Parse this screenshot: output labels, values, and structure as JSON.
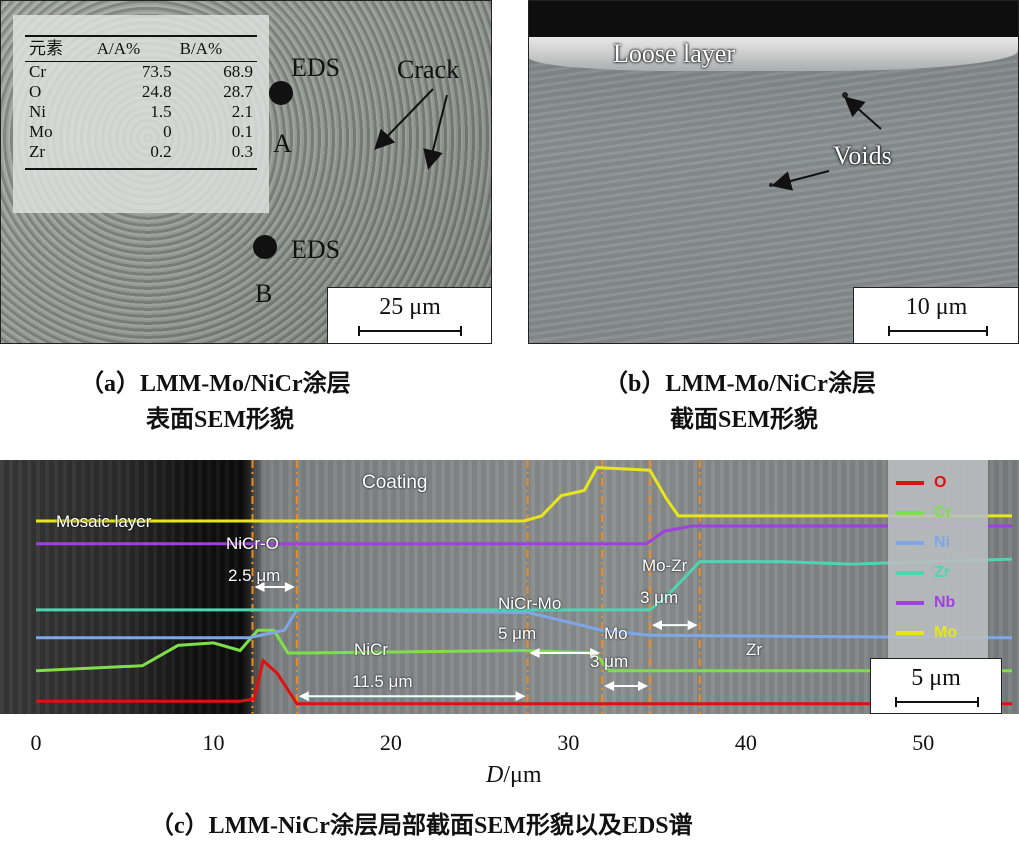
{
  "panel_a": {
    "table": {
      "headers": [
        "元素",
        "A/A%",
        "B/A%"
      ],
      "rows": [
        [
          "Cr",
          "73.5",
          "68.9"
        ],
        [
          "O",
          "24.8",
          "28.7"
        ],
        [
          "Ni",
          "1.5",
          "2.1"
        ],
        [
          "Mo",
          "0",
          "0.1"
        ],
        [
          "Zr",
          "0.2",
          "0.3"
        ]
      ]
    },
    "point_a_label": "A",
    "point_b_label": "B",
    "eds_label": "EDS",
    "crack_label": "Crack",
    "scale_label": "25 μm"
  },
  "panel_b": {
    "loose_label": "Loose layer",
    "voids_label": "Voids",
    "scale_label": "10 μm"
  },
  "captions": {
    "a_line1": "（a）LMM-Mo/NiCr涂层",
    "a_line2": "表面SEM形貌",
    "b_line1": "（b）LMM-Mo/NiCr涂层",
    "b_line2": "截面SEM形貌",
    "c": "（c）LMM-NiCr涂层局部截面SEM形貌以及EDS谱"
  },
  "panel_c": {
    "labels": {
      "coating": "Coating",
      "mosaic": "Mosaic layer",
      "nicr_o": "NiCr-O",
      "d25": "2.5 μm",
      "nicr_mo": "NiCr-Mo",
      "mo_zr": "Mo-Zr",
      "d3a": "3 μm",
      "d5": "5 μm",
      "mo": "Mo",
      "nicr": "NiCr",
      "d3b": "3 μm",
      "zr": "Zr",
      "d115": "11.5 μm"
    },
    "scale_label": "5 μm",
    "legend": [
      {
        "name": "O",
        "color": "#e01010"
      },
      {
        "name": "Cr",
        "color": "#7de04a"
      },
      {
        "name": "Ni",
        "color": "#7fa6e6"
      },
      {
        "name": "Zr",
        "color": "#4fd3b0"
      },
      {
        "name": "Nb",
        "color": "#a040e0"
      },
      {
        "name": "Mo",
        "color": "#e6e61a"
      }
    ],
    "x_ticks": [
      "0",
      "10",
      "20",
      "30",
      "40",
      "50"
    ],
    "x_label_italic": "D",
    "x_label_unit": "/μm"
  },
  "chart_data": {
    "type": "line",
    "xlabel": "D/μm",
    "xlim": [
      0,
      55
    ],
    "x_ticks": [
      0,
      10,
      20,
      30,
      40,
      50
    ],
    "boundaries": [
      12.2,
      14.7,
      27.7,
      31.9,
      34.6,
      37.4
    ],
    "series": [
      {
        "name": "O",
        "color": "#e01010",
        "x": [
          0,
          11.5,
          12.3,
          12.8,
          13.6,
          14.7,
          55
        ],
        "y": [
          0.05,
          0.05,
          0.06,
          0.21,
          0.16,
          0.04,
          0.04
        ]
      },
      {
        "name": "Cr",
        "color": "#7de04a",
        "x": [
          0,
          6,
          8,
          10,
          11.5,
          12.5,
          13.4,
          14.2,
          15,
          27.5,
          31.5,
          32.3,
          55
        ],
        "y": [
          0.17,
          0.19,
          0.27,
          0.28,
          0.25,
          0.33,
          0.33,
          0.24,
          0.24,
          0.25,
          0.24,
          0.17,
          0.17
        ]
      },
      {
        "name": "Ni",
        "color": "#7fa6e6",
        "x": [
          0,
          12,
          14,
          14.7,
          27.7,
          31.9,
          34.6,
          55
        ],
        "y": [
          0.3,
          0.3,
          0.33,
          0.41,
          0.4,
          0.33,
          0.31,
          0.3
        ]
      },
      {
        "name": "Zr",
        "color": "#4fd3b0",
        "x": [
          0,
          34.6,
          35.5,
          37.4,
          42,
          46,
          55
        ],
        "y": [
          0.41,
          0.41,
          0.46,
          0.6,
          0.6,
          0.59,
          0.61
        ]
      },
      {
        "name": "Nb",
        "color": "#a040e0",
        "x": [
          0,
          34.4,
          35.4,
          37,
          55
        ],
        "y": [
          0.67,
          0.67,
          0.72,
          0.74,
          0.74
        ]
      },
      {
        "name": "Mo",
        "color": "#e6e61a",
        "x": [
          0,
          27.5,
          28.5,
          29.6,
          30.9,
          31.6,
          34.6,
          35.5,
          36.2,
          55
        ],
        "y": [
          0.76,
          0.76,
          0.78,
          0.86,
          0.88,
          0.97,
          0.96,
          0.85,
          0.78,
          0.78
        ]
      }
    ]
  }
}
